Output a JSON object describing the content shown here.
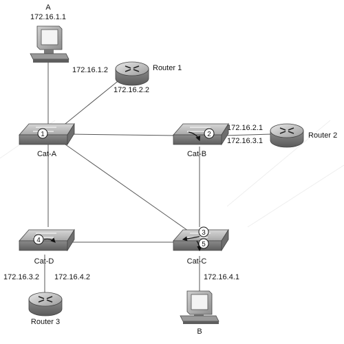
{
  "hosts": {
    "a": {
      "name": "A",
      "ip": "172.16.1.1"
    },
    "b": {
      "name": "B",
      "ip": "172.16.4.1"
    }
  },
  "routers": {
    "r1": {
      "name": "Router 1",
      "ip_top": "172.16.1.2",
      "ip_bottom": "172.16.2.2"
    },
    "r2": {
      "name": "Router 2",
      "ip_top": "172.16.2.1",
      "ip_bottom": "172.16.3.1"
    },
    "r3": {
      "name": "Router 3",
      "ip_left": "172.16.3.2",
      "ip_right": "172.16.4.2"
    }
  },
  "switches": {
    "cat_a": {
      "name": "Cat-A",
      "steps": [
        "1"
      ]
    },
    "cat_b": {
      "name": "Cat-B",
      "steps": [
        "2"
      ]
    },
    "cat_c": {
      "name": "Cat-C",
      "steps": [
        "3",
        "5"
      ]
    },
    "cat_d": {
      "name": "Cat-D",
      "steps": [
        "4"
      ]
    }
  }
}
